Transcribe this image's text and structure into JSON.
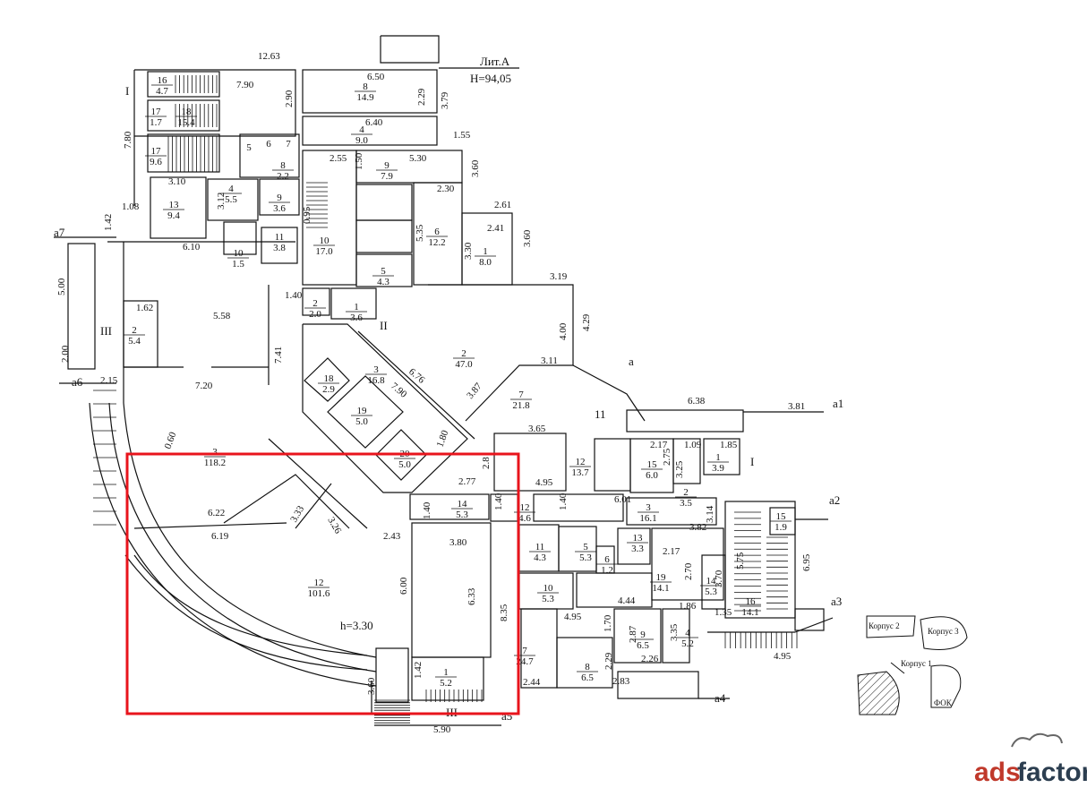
{
  "header": {
    "lit_label": "Лит.А",
    "height_mark": "H=94,05"
  },
  "highlight": {
    "height_label": "h=3.30",
    "color": "#e8141c"
  },
  "axis_labels": [
    "а7",
    "а6",
    "а",
    "а1",
    "а2",
    "а3",
    "а4",
    "а5"
  ],
  "section_marks": [
    "I",
    "I",
    "II",
    "III",
    "III",
    "11"
  ],
  "rooms": [
    {
      "num": "16",
      "area": "4.7"
    },
    {
      "num": "17",
      "area": "1.7"
    },
    {
      "num": "18",
      "area": "15.4"
    },
    {
      "num": "17",
      "area": "9.6"
    },
    {
      "num": "5",
      "area": ""
    },
    {
      "num": "6",
      "area": ""
    },
    {
      "num": "7",
      "area": ""
    },
    {
      "num": "8",
      "area": "2.2"
    },
    {
      "num": "13",
      "area": "9.4"
    },
    {
      "num": "4",
      "area": "5.5"
    },
    {
      "num": "9",
      "area": "3.6"
    },
    {
      "num": "10",
      "area": "1.5"
    },
    {
      "num": "11",
      "area": "3.8"
    },
    {
      "num": "8",
      "area": "14.9"
    },
    {
      "num": "4",
      "area": "9.0"
    },
    {
      "num": "9",
      "area": "7.9"
    },
    {
      "num": "10",
      "area": "17.0"
    },
    {
      "num": "6",
      "area": "12.2"
    },
    {
      "num": "1",
      "area": "8.0"
    },
    {
      "num": "5",
      "area": "4.3"
    },
    {
      "num": "2",
      "area": "2.0"
    },
    {
      "num": "1",
      "area": "3.6"
    },
    {
      "num": "2",
      "area": "5.4"
    },
    {
      "num": "2",
      "area": "47.0"
    },
    {
      "num": "3",
      "area": "16.8"
    },
    {
      "num": "18",
      "area": "2.9"
    },
    {
      "num": "19",
      "area": "5.0"
    },
    {
      "num": "20",
      "area": "5.0"
    },
    {
      "num": "7",
      "area": "21.8"
    },
    {
      "num": "3",
      "area": "118.2"
    },
    {
      "num": "14",
      "area": "5.3"
    },
    {
      "num": "12",
      "area": "101.6"
    },
    {
      "num": "1",
      "area": "5.2"
    },
    {
      "num": "12",
      "area": "4.6"
    },
    {
      "num": "11",
      "area": "4.3"
    },
    {
      "num": "12",
      "area": "13.7"
    },
    {
      "num": "15",
      "area": "6.0"
    },
    {
      "num": "1",
      "area": "3.9"
    },
    {
      "num": "2",
      "area": "3.5"
    },
    {
      "num": "3",
      "area": "16.1"
    },
    {
      "num": "13",
      "area": "3.3"
    },
    {
      "num": "5",
      "area": "5.3"
    },
    {
      "num": "6",
      "area": "1.2"
    },
    {
      "num": "10",
      "area": "5.3"
    },
    {
      "num": "19",
      "area": "14.1"
    },
    {
      "num": "14",
      "area": "5.3"
    },
    {
      "num": "15",
      "area": "1.9"
    },
    {
      "num": "16",
      "area": "14.1"
    },
    {
      "num": "7",
      "area": "24.7"
    },
    {
      "num": "9",
      "area": "6.5"
    },
    {
      "num": "4",
      "area": "5.2"
    },
    {
      "num": "8",
      "area": "6.5"
    }
  ],
  "dimensions": [
    "12.63",
    "7.90",
    "2.90",
    "6.50",
    "2.29",
    "3.79",
    "1.55",
    "6.40",
    "7.80",
    "2.55",
    "1.50",
    "5.30",
    "3.60",
    "3.10",
    "3.12",
    "1.08",
    "2.30",
    "2.61",
    "1.42",
    "6.10",
    "2.41",
    "5.35",
    "3.30",
    "3.60",
    "0.95",
    "1.40",
    "5.00",
    "1.62",
    "5.58",
    "3.19",
    "2.00",
    "2.15",
    "7.41",
    "4.00",
    "4.29",
    "7.20",
    "3.11",
    "6.76",
    "3.87",
    "7.90",
    "1.80",
    "3.65",
    "6.38",
    "3.81",
    "2.17",
    "1.09",
    "1.85",
    "2.75",
    "3.25",
    "6.01",
    "2.77",
    "2.8",
    "4.95",
    "1.40",
    "1.40",
    "1.40",
    "6.22",
    "3.33",
    "3.26",
    "6.19",
    "2.43",
    "3.80",
    "3.82",
    "2.17",
    "3.14",
    "6.95",
    "5.75",
    "2.70",
    "3.70",
    "6.00",
    "6.33",
    "8.35",
    "4.44",
    "4.95",
    "1.70",
    "1.86",
    "1.35",
    "2.87",
    "3.35",
    "2.26",
    "2.29",
    "2.83",
    "1.42",
    "3.60",
    "2.44",
    "5.90",
    "4.95",
    "0.60"
  ],
  "mini_map": {
    "labels": [
      "Корпус 2",
      "Корпус 3",
      "Корпус 1",
      "ФОК"
    ]
  },
  "watermark": {
    "text_a": "ads",
    "text_b": "factory",
    "color_a": "#c0392b",
    "color_b": "#2c3e50"
  }
}
